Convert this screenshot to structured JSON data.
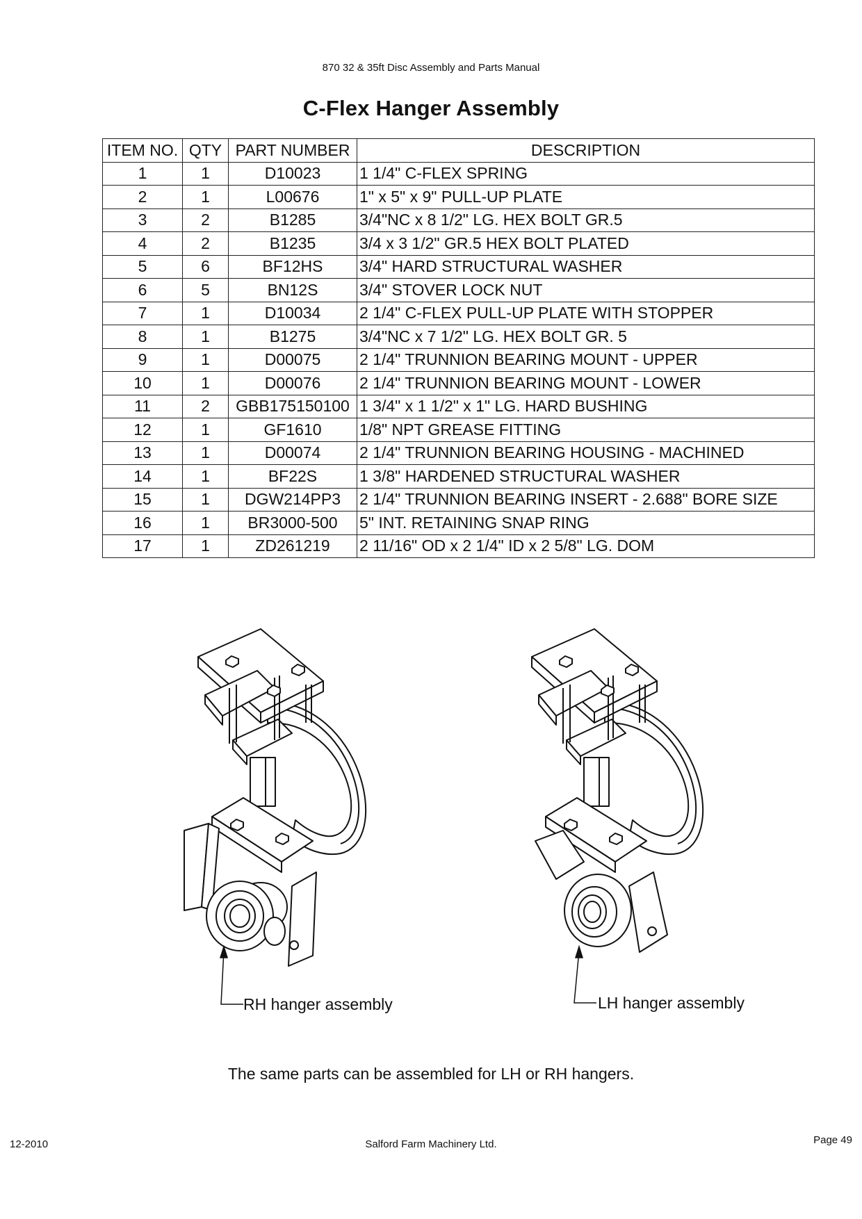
{
  "header": {
    "manual_title": "870 32 & 35ft Disc Assembly and Parts Manual"
  },
  "page_title": "C-Flex Hanger Assembly",
  "table": {
    "columns": [
      "ITEM NO.",
      "QTY",
      "PART NUMBER",
      "DESCRIPTION"
    ],
    "rows": [
      [
        "1",
        "1",
        "D10023",
        "1 1/4\" C-FLEX SPRING"
      ],
      [
        "2",
        "1",
        "L00676",
        "1\" x 5\" x 9\" PULL-UP PLATE"
      ],
      [
        "3",
        "2",
        "B1285",
        "3/4\"NC x 8 1/2\" LG. HEX BOLT GR.5"
      ],
      [
        "4",
        "2",
        "B1235",
        "3/4 x 3 1/2\" GR.5 HEX BOLT PLATED"
      ],
      [
        "5",
        "6",
        "BF12HS",
        "3/4\" HARD STRUCTURAL WASHER"
      ],
      [
        "6",
        "5",
        "BN12S",
        "3/4\" STOVER LOCK NUT"
      ],
      [
        "7",
        "1",
        "D10034",
        "2 1/4\" C-FLEX PULL-UP PLATE WITH STOPPER"
      ],
      [
        "8",
        "1",
        "B1275",
        "3/4\"NC x 7 1/2\" LG. HEX BOLT GR. 5"
      ],
      [
        "9",
        "1",
        "D00075",
        "2 1/4\" TRUNNION BEARING MOUNT - UPPER"
      ],
      [
        "10",
        "1",
        "D00076",
        "2 1/4\" TRUNNION BEARING MOUNT - LOWER"
      ],
      [
        "11",
        "2",
        "GBB175150100",
        "1 3/4\" x 1 1/2\" x 1\" LG. HARD BUSHING"
      ],
      [
        "12",
        "1",
        "GF1610",
        "1/8\" NPT GREASE FITTING"
      ],
      [
        "13",
        "1",
        "D00074",
        "2 1/4\" TRUNNION BEARING HOUSING - MACHINED"
      ],
      [
        "14",
        "1",
        "BF22S",
        "1 3/8\" HARDENED STRUCTURAL WASHER"
      ],
      [
        "15",
        "1",
        "DGW214PP3",
        "2 1/4\" TRUNNION BEARING INSERT - 2.688\" BORE SIZE"
      ],
      [
        "16",
        "1",
        "BR3000-500",
        "5\" INT. RETAINING SNAP RING"
      ],
      [
        "17",
        "1",
        "ZD261219",
        "2 11/16\" OD x 2 1/4\" ID x 2 5/8\" LG. DOM"
      ]
    ]
  },
  "figure": {
    "rh_label": "RH hanger assembly",
    "lh_label": "LH hanger assembly"
  },
  "caption": "The same parts can be assembled for LH or RH hangers.",
  "footer": {
    "date": "12-2010",
    "company": "Salford Farm Machinery Ltd.",
    "page": "Page 49"
  }
}
